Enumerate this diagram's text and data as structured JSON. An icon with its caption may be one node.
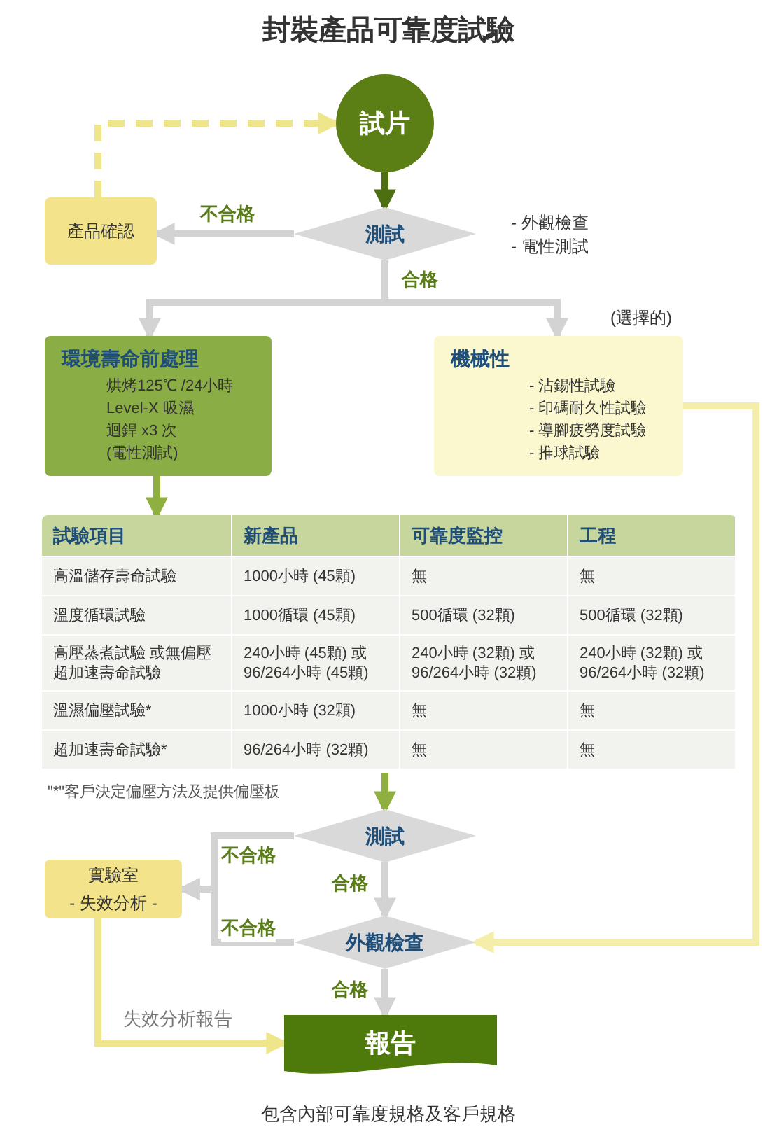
{
  "diagram": {
    "title": "封裝產品可靠度試驗",
    "nodes": [
      {
        "text": [
          "試片"
        ]
      },
      {
        "text": [
          "產品確認"
        ]
      },
      {
        "text": [
          "測試"
        ],
        "beside": [
          "- 外觀檢查",
          "- 電性測試"
        ]
      },
      {
        "text": [
          "環境壽命前處理",
          "烘烤125℃ /24小時",
          "Level-X 吸濕",
          "迴銲 x3 次",
          "(電性測試)"
        ]
      },
      {
        "text": [
          "機械性",
          "- 沾錫性試驗",
          "- 印碼耐久性試驗",
          "- 導腳疲勞度試驗",
          "- 推球試驗"
        ],
        "beside": [
          "(選擇的)"
        ]
      },
      {
        "text": [],
        "shape": "box"
      },
      {
        "text": [
          "測試"
        ]
      },
      {
        "text": [
          "實驗室",
          "- 失效分析 -"
        ]
      },
      {
        "text": [
          "外觀檢查"
        ]
      },
      {
        "text": [
          "報告"
        ]
      }
    ],
    "edges": [
      {
        "from": 1,
        "to": 0,
        "arrow": "to",
        "style": "dashed",
        "color": "#efe58a"
      },
      {
        "from": 0,
        "to": 2,
        "arrow": "to",
        "color": "#4e6e12"
      },
      {
        "from": 2,
        "to": 1,
        "arrow": "to",
        "label": "不合格"
      },
      {
        "from": 2,
        "to": 3,
        "arrow": "to",
        "label": "合格"
      },
      {
        "from": 2,
        "to": 4,
        "arrow": "to"
      },
      {
        "from": 3,
        "to": 5,
        "arrow": "to",
        "color": "#8fb040"
      },
      {
        "from": 5,
        "to": 6,
        "arrow": "to",
        "color": "#8fb040"
      },
      {
        "from": 6,
        "to": 7,
        "arrow": "to",
        "label": "不合格"
      },
      {
        "from": 6,
        "to": 8,
        "arrow": "to",
        "label": "合格"
      },
      {
        "from": 8,
        "to": 7,
        "arrow": "to",
        "label": "不合格"
      },
      {
        "from": 8,
        "to": 9,
        "arrow": "to",
        "label": "合格"
      },
      {
        "from": 4,
        "to": 8,
        "arrow": "to",
        "color": "#f5eeaa"
      },
      {
        "from": 7,
        "to": 9,
        "arrow": "to",
        "label": "失效分析報告",
        "color": "#efe58a"
      }
    ],
    "labels": [
      "試驗項目",
      "新產品",
      "可靠度監控",
      "工程",
      "高溫儲存壽命試驗",
      "1000小時 (45顆)",
      "無",
      "無",
      "溫度循環試驗",
      "1000循環 (45顆)",
      "500循環 (32顆)",
      "500循環 (32顆)",
      "高壓蒸煮試驗 或無偏壓超加速壽命試驗",
      "240小時 (45顆) 或 96/264小時 (45顆)",
      "240小時 (32顆) 或 96/264小時 (32顆)",
      "240小時 (32顆) 或 96/264小時 (32顆)",
      "溫濕偏壓試驗*",
      "1000小時 (32顆)",
      "無",
      "無",
      "超加速壽命試驗*",
      "96/264小時 (32顆)",
      "無",
      "無",
      "\"*\"客戶決定偏壓方法及提供偏壓板",
      "包含內部可靠度規格及客戶規格"
    ]
  }
}
